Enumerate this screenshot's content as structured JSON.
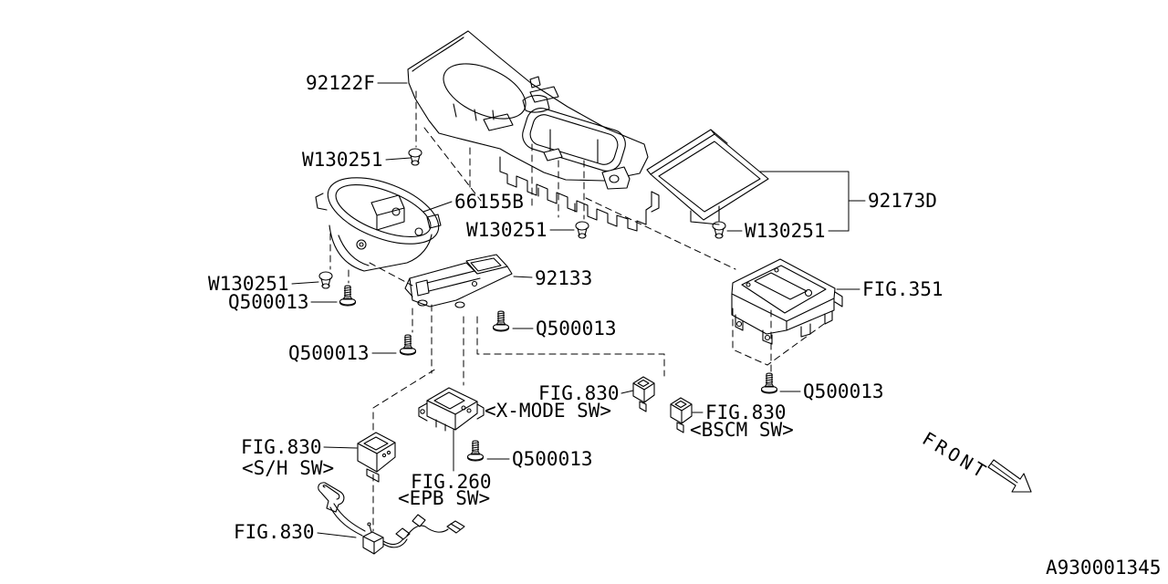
{
  "colors": {
    "ink": "#000000",
    "background": "#ffffff"
  },
  "labels": {
    "console_panel": "92122F",
    "clip_top": "W130251",
    "pocket": "66155B",
    "clip_mid": "W130251",
    "clip_tray": "W130251",
    "tray": "92173D",
    "fig351": "FIG.351",
    "clip_left": "W130251",
    "screw_left": "Q500013",
    "bracket": "92133",
    "screw_mid": "Q500013",
    "screw_lower_left": "Q500013",
    "screw_right": "Q500013",
    "fig830_xmode": "FIG.830",
    "xmode_sw": "<X-MODE SW>",
    "fig830_bscm": "FIG.830",
    "bscm_sw": "<BSCM SW>",
    "fig830_sh": "FIG.830",
    "sh_sw": "<S/H SW>",
    "fig260": "FIG.260",
    "epb_sw": "<EPB SW>",
    "screw_epb": "Q500013",
    "fig830_harness": "FIG.830",
    "front": "FRONT",
    "drawing_code": "A930001345"
  }
}
